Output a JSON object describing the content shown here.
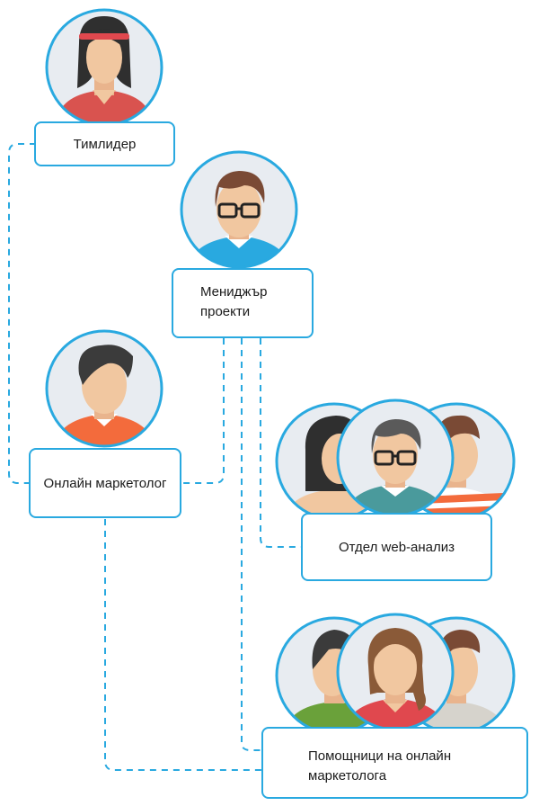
{
  "colors": {
    "accent": "#29a9e0",
    "circle_bg": "#e8ecf1",
    "skin": "#f1c7a0",
    "hair_dark": "#3b3b3b",
    "hair_brown": "#7a4a35"
  },
  "nodes": {
    "teamlead": {
      "label": "Тимлидер"
    },
    "project_manager": {
      "label_line1": "Мениджър",
      "label_line2": "проекти"
    },
    "online_marketer": {
      "label": "Онлайн маркетолог"
    },
    "web_analysis": {
      "label": "Отдел web-анализ"
    },
    "assistants": {
      "label_line1": "Помощници на онлайн",
      "label_line2": "маркетолога"
    }
  }
}
